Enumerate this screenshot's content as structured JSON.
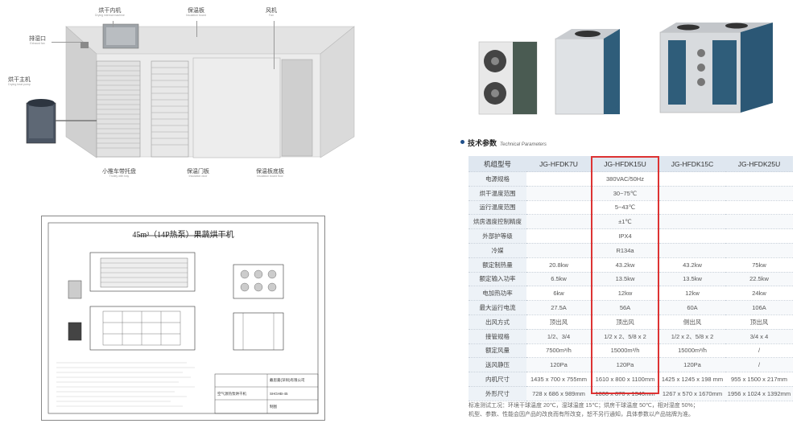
{
  "room_labels": {
    "inner_unit": {
      "cn": "烘干内机",
      "en": "Drying internal machine"
    },
    "insulation_board": {
      "cn": "保温板",
      "en": "Insulation board"
    },
    "fan": {
      "cn": "风机",
      "en": "Fan"
    },
    "exhaust": {
      "cn": "排湿口",
      "en": "Exhaust fan"
    },
    "main_unit": {
      "cn": "烘干主机",
      "en": "Drying heat pump"
    },
    "trolley": {
      "cn": "小推车带托盘",
      "en": "Trolley with tray"
    },
    "door": {
      "cn": "保温门板",
      "en": "Insulation door"
    },
    "board": {
      "cn": "保温板底板",
      "en": "Insulation board floor"
    }
  },
  "drawing": {
    "title": "45m³（14P热泵）果蔬烘干机",
    "stamp_company": "戴思嘉(深圳)有限公司",
    "stamp_product": "空气源热泵烘干机",
    "stamp_code": "SHGHB-45",
    "stamp_drawn": "制图"
  },
  "section": {
    "title_cn": "技术参数",
    "title_en": "Technical Parameters"
  },
  "table": {
    "header": [
      "机组型号",
      "JG-HFDK7U",
      "JG-HFDK15U",
      "JG-HFDK15C",
      "JG-HFDK25U"
    ],
    "rows": [
      [
        "电源规格",
        "",
        "380VAC/50Hz",
        "",
        ""
      ],
      [
        "烘干温度范围",
        "",
        "30~75℃",
        "",
        ""
      ],
      [
        "运行温度范围",
        "",
        "5~43℃",
        "",
        ""
      ],
      [
        "烘房温度控制精度",
        "",
        "±1℃",
        "",
        ""
      ],
      [
        "外部护等级",
        "",
        "IPX4",
        "",
        ""
      ],
      [
        "冷媒",
        "",
        "R134a",
        "",
        ""
      ],
      [
        "额定制热量",
        "20.8kw",
        "43.2kw",
        "43.2kw",
        "75kw"
      ],
      [
        "额定输入功率",
        "6.5kw",
        "13.5kw",
        "13.5kw",
        "22.5kw"
      ],
      [
        "电加热功率",
        "6kw",
        "12kw",
        "12kw",
        "24kw"
      ],
      [
        "最大运行电流",
        "27.5A",
        "56A",
        "60A",
        "106A"
      ],
      [
        "出风方式",
        "顶出风",
        "顶出风",
        "侧出风",
        "顶出风"
      ],
      [
        "接管规格",
        "1/2、3/4",
        "1/2 x 2、5/8 x 2",
        "1/2 x 2、5/8 x 2",
        "3/4 x 4"
      ],
      [
        "额定风量",
        "7500m³/h",
        "15000m³/h",
        "15000m³/h",
        "/"
      ],
      [
        "送风静压",
        "120Pa",
        "120Pa",
        "120Pa",
        "/"
      ],
      [
        "内机尺寸",
        "1435 x 700 x 755mm",
        "1610 x 800 x 1100mm",
        "1425 x 1245 x 198 mm",
        "955 x 1500 x 217mm"
      ],
      [
        "外形尺寸",
        "728 x 686 x 989mm",
        "1600 x 870 x 1340mm",
        "1267 x 570 x 1670mm",
        "1956 x 1024 x 1392mm"
      ]
    ]
  },
  "note": {
    "line1": "标准测试工况：环境干球温度 20℃，湿球温度 15℃；烘房干球温度 50℃，相对湿度 50%；",
    "line2": "机型、参数、性能会因产品的改良而有所改变，恕不另行通知，具体参数以产品铭牌为准。"
  },
  "colors": {
    "accent": "#1f4f8a",
    "highlight": "#dd3333",
    "header_bg": "#dfe7f0"
  }
}
